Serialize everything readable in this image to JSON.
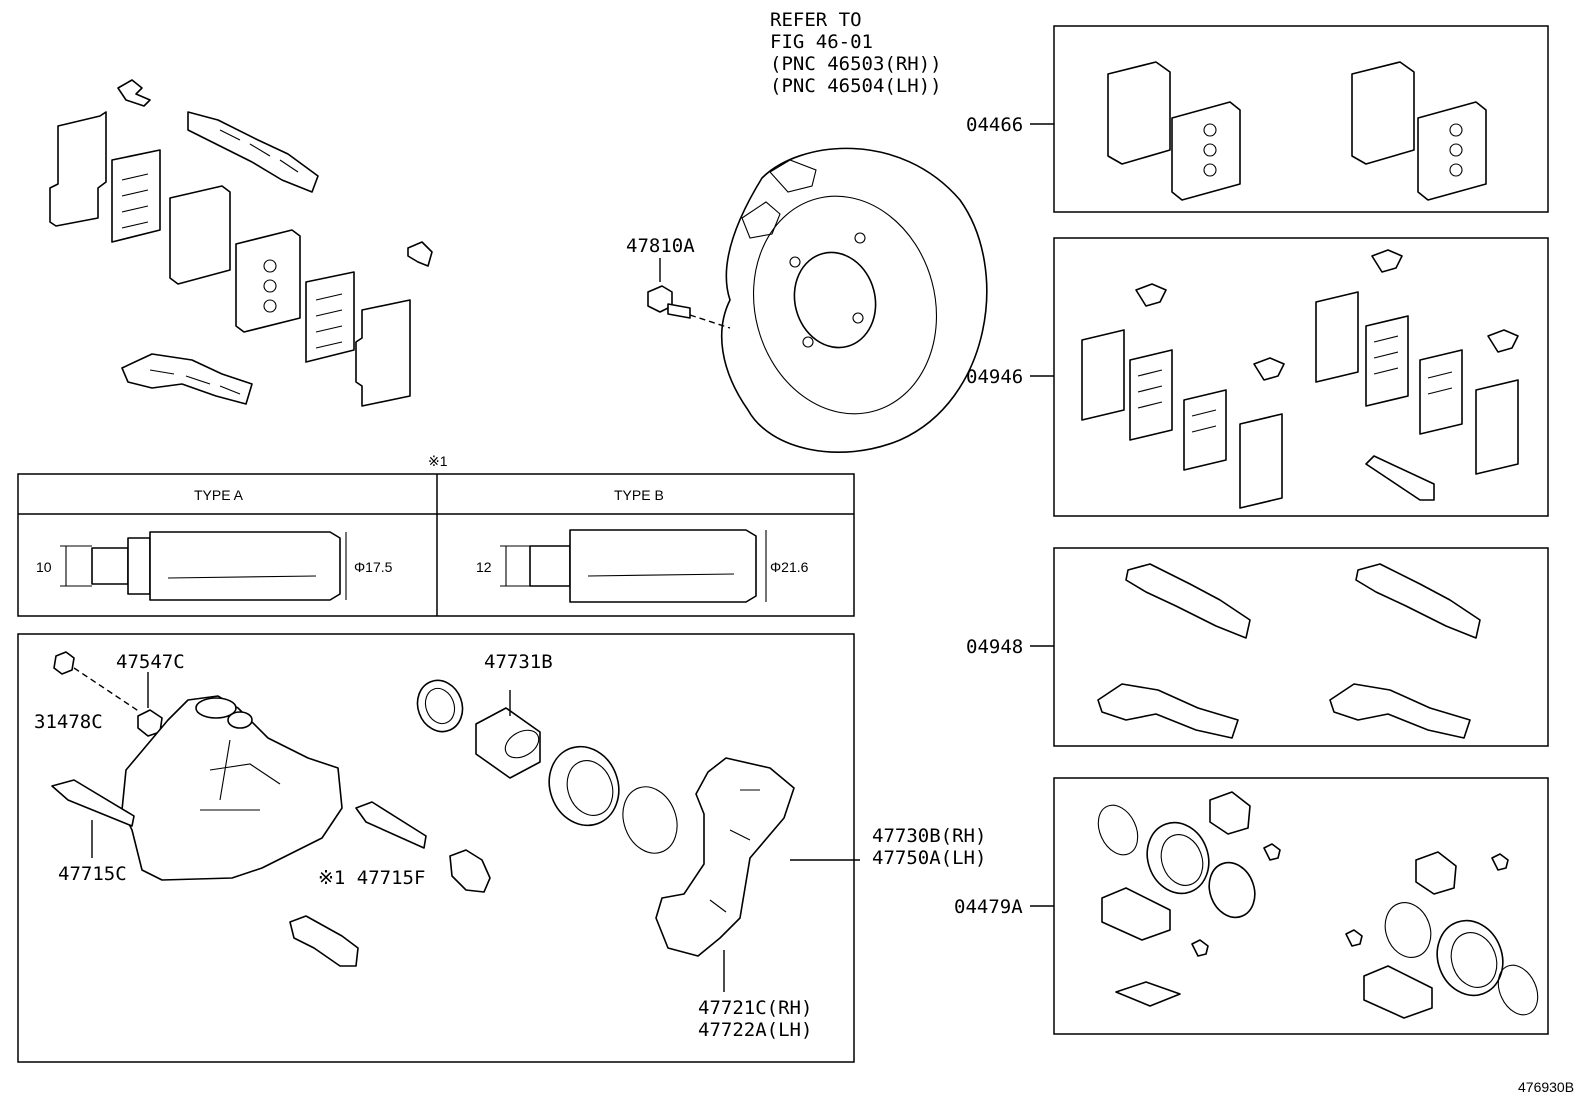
{
  "refer_note": [
    "REFER TO",
    "FIG 46-01",
    "(PNC 46503(RH))",
    "(PNC 46504(LH))"
  ],
  "labels": {
    "p47810A": "47810A",
    "p04466": "04466",
    "p04946": "04946",
    "p04948": "04948",
    "p04479A": "04479A",
    "p47547C": "47547C",
    "p31478C": "31478C",
    "p47731B": "47731B",
    "p47715C": "47715C",
    "p47715F": "※1 47715F",
    "p47730B": "47730B(RH)",
    "p47750A": "47750A(LH)",
    "p47721C": "47721C(RH)",
    "p47722A": "47722A(LH)",
    "footer_id": "476930B"
  },
  "type_table": {
    "note_mark": "※1",
    "type_a": {
      "header": "TYPE A",
      "height_label": "10",
      "dia_label": "Φ17.5"
    },
    "type_b": {
      "header": "TYPE B",
      "height_label": "12",
      "dia_label": "Φ21.6"
    }
  }
}
